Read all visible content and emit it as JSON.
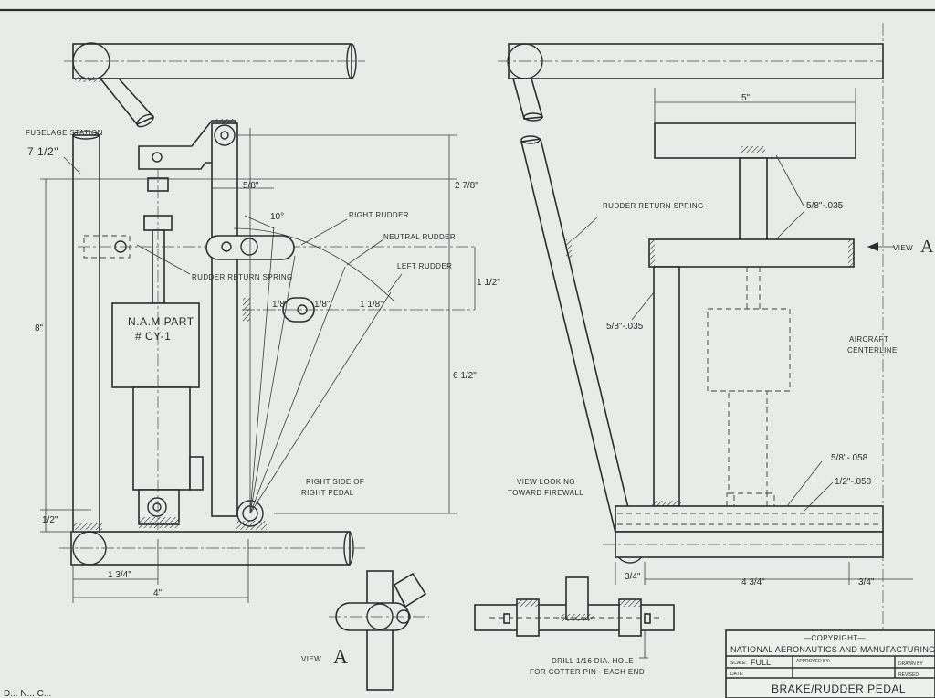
{
  "labels": {
    "fuselage_station": "FUSELAGE STATION",
    "fuselage_station_value": "7 1/2\"",
    "right_rudder": "RIGHT RUDDER",
    "neutral_rudder": "NEUTRAL RUDDER",
    "left_rudder": "LEFT RUDDER",
    "rudder_return_spring_left": "RUDDER RETURN SPRING",
    "rudder_return_spring_right": "RUDDER RETURN SPRING",
    "nam_part_line1": "N.A.M PART",
    "nam_part_line2": "# CY-1",
    "right_side_line1": "RIGHT SIDE OF",
    "right_side_line2": "RIGHT PEDAL",
    "view_looking_line1": "VIEW LOOKING",
    "view_looking_line2": "TOWARD FIREWALL",
    "aircraft_centerline_line1": "AIRCRAFT",
    "aircraft_centerline_line2": "CENTERLINE",
    "view_a_right": "VIEW",
    "view_a_bottom": "VIEW",
    "view_letter": "A",
    "drill_line1": "DRILL 1/16 DIA. HOLE",
    "drill_line2": "FOR COTTER PIN - EACH END",
    "bottom_left_text": "D... N... C..."
  },
  "dimensions": {
    "d_5_8": "5/8\"",
    "d_10deg": "10°",
    "d_2_7_8": "2 7/8\"",
    "d_1_1_2": "1 1/2\"",
    "d_6_1_2": "6 1/2\"",
    "d_8": "8\"",
    "d_half": "1/2\"",
    "d_1_3_4": "1 3/4\"",
    "d_4": "4\"",
    "d_1_8a": "1/8\"",
    "d_1_8b": "1/8\"",
    "d_1_1_8": "1 1/8\"",
    "d_5": "5\"",
    "d_5_8_035_top": "5/8\"-.035",
    "d_5_8_035_side": "5/8\"-.035",
    "d_5_8_058": "5/8\"-.058",
    "d_1_2_058": "1/2\"-.058",
    "d_3_4_left": "3/4\"",
    "d_4_3_4": "4 3/4\"",
    "d_3_4_right": "3/4\""
  },
  "title_block": {
    "copyright": "—COPYRIGHT—",
    "company": "NATIONAL AERONAUTICS AND MANUFACTURING CO",
    "scale_label": "SCALE:",
    "scale_value": "FULL",
    "approved_label": "APPROVED BY:",
    "drawn_label": "DRAWN BY",
    "date_label": "DATE:",
    "revised_label": "REVISED:",
    "title": "BRAKE/RUDDER PEDAL"
  },
  "colors": {
    "paper": "#e9ebe8",
    "ink": "#2b2d31"
  }
}
